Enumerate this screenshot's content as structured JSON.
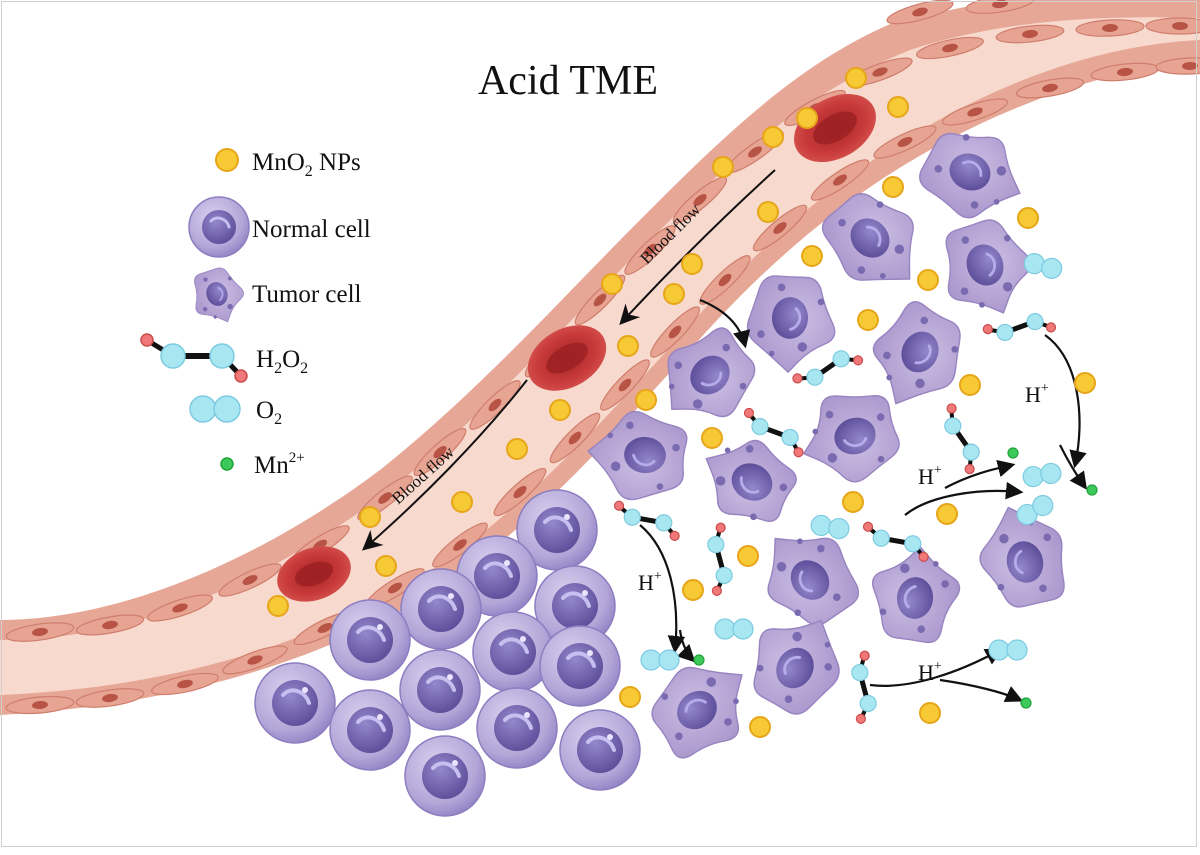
{
  "title": "Acid TME",
  "legend": {
    "items": [
      {
        "key": "mno2",
        "label_main": "MnO",
        "label_sub": "2",
        "label_after": " NPs"
      },
      {
        "key": "normal",
        "label_main": "Normal cell",
        "label_sub": "",
        "label_after": ""
      },
      {
        "key": "tumor",
        "label_main": "Tumor cell",
        "label_sub": "",
        "label_after": ""
      },
      {
        "key": "h2o2",
        "label_main": "H",
        "label_sub": "2",
        "label_after": "O",
        "label_sub2": "2"
      },
      {
        "key": "o2",
        "label_main": "O",
        "label_sub": "2",
        "label_after": ""
      },
      {
        "key": "mn",
        "label_main": "Mn",
        "label_sup": "2+"
      }
    ]
  },
  "vessel": {
    "flow_label_upper": "Blood flow",
    "flow_label_lower": "Blood flow"
  },
  "reactions": {
    "proton": "H",
    "proton_sup": "+"
  },
  "colors": {
    "vessel_outer": "#e8a898",
    "vessel_inner": "#f8d8cc",
    "rbc": "#c8393a",
    "mno2": "#f6c935",
    "mno2_stroke": "#e7a51a",
    "normal_cell": "#a99ad0",
    "tumor_cell": "#b4a3d2",
    "nucleus": "#6d5ea8",
    "o2": "#a8e6f2",
    "mn": "#3cc95a",
    "oxygen_atom": "#f07878"
  }
}
